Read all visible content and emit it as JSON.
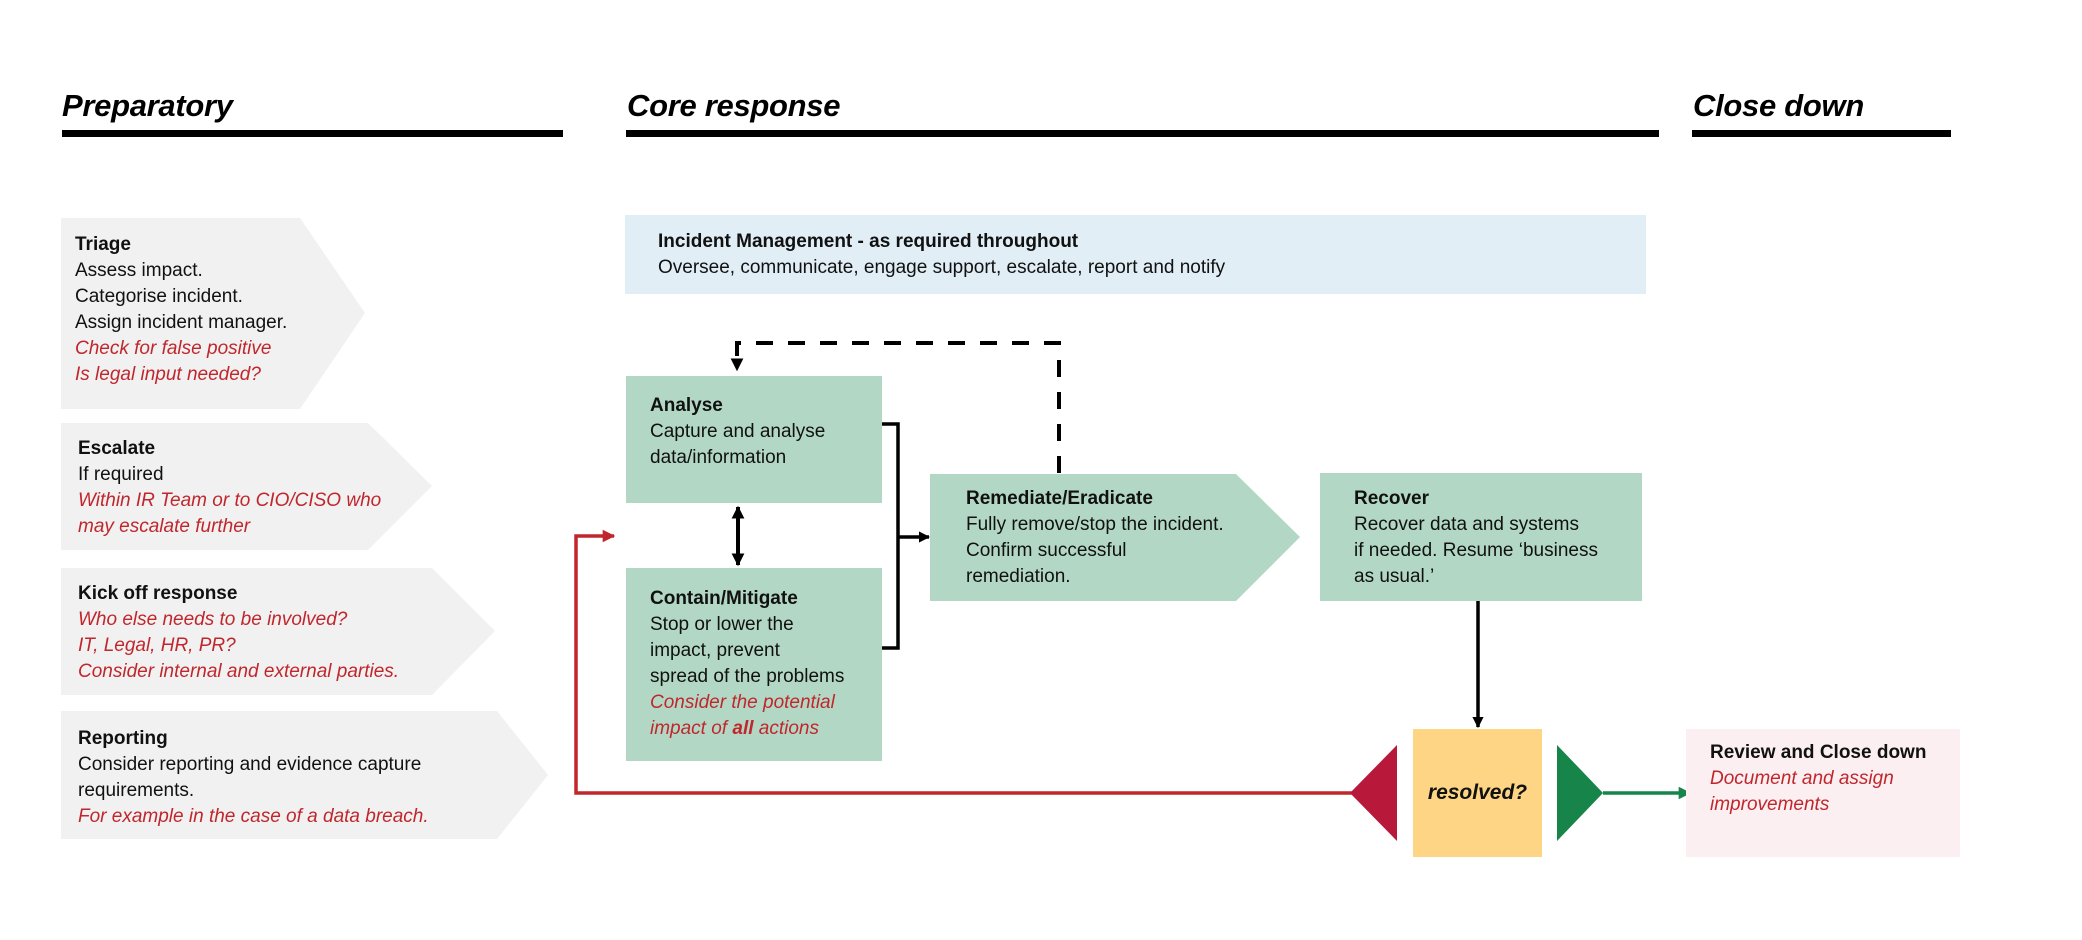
{
  "phases": {
    "preparatory": "Preparatory",
    "core": "Core response",
    "close": "Close down"
  },
  "preparatory_steps": [
    {
      "title": "Triage",
      "lines": [
        "Assess impact.",
        "Categorise incident.",
        "Assign incident manager."
      ],
      "notes": [
        "Check for false positive",
        "Is legal input needed?"
      ]
    },
    {
      "title": "Escalate",
      "lines": [
        "If required"
      ],
      "notes": [
        "Within IR Team or to CIO/CISO who",
        "may escalate further"
      ]
    },
    {
      "title": "Kick off response",
      "lines": [],
      "notes": [
        "Who else needs to be involved?",
        "IT, Legal, HR, PR?",
        "Consider internal and external parties."
      ]
    },
    {
      "title": "Reporting",
      "lines": [
        "Consider reporting and evidence capture",
        "requirements."
      ],
      "notes": [
        "For example in the case of a data breach."
      ]
    }
  ],
  "incident_management": {
    "title": "Incident Management",
    "suffix": " - as required throughout",
    "description": "Oversee, communicate, engage support, escalate, report and notify"
  },
  "core_steps": {
    "analyse": {
      "title": "Analyse",
      "lines": [
        "Capture and analyse",
        "data/information"
      ]
    },
    "contain": {
      "title": "Contain/Mitigate",
      "lines": [
        "Stop or lower the",
        "impact, prevent",
        "spread of the problems"
      ],
      "note_line1": "Consider the potential",
      "note_line2_pre": "impact of ",
      "note_line2_bold": "all",
      "note_line2_post": " actions"
    },
    "remediate": {
      "title": "Remediate/Eradicate",
      "lines": [
        "Fully remove/stop the incident.",
        "Confirm successful",
        "remediation."
      ]
    },
    "recover": {
      "title": "Recover",
      "lines": [
        "Recover data and systems",
        "if needed.  Resume ‘business",
        "as usual.’"
      ]
    }
  },
  "decision": {
    "label": "resolved?",
    "no_icon": "left-triangle-red",
    "yes_icon": "right-triangle-green"
  },
  "close_step": {
    "title": "Review and Close down",
    "notes": [
      "Document and assign",
      "improvements"
    ]
  },
  "colors": {
    "prep_fill": "#f1f1f1",
    "core_fill": "#b2d8c5",
    "im_fill": "#e1eef6",
    "decision_fill": "#fdd584",
    "close_fill": "#fbeff1",
    "note_text": "#c0272d",
    "no_path": "#b8193a",
    "yes_path": "#17844a"
  }
}
